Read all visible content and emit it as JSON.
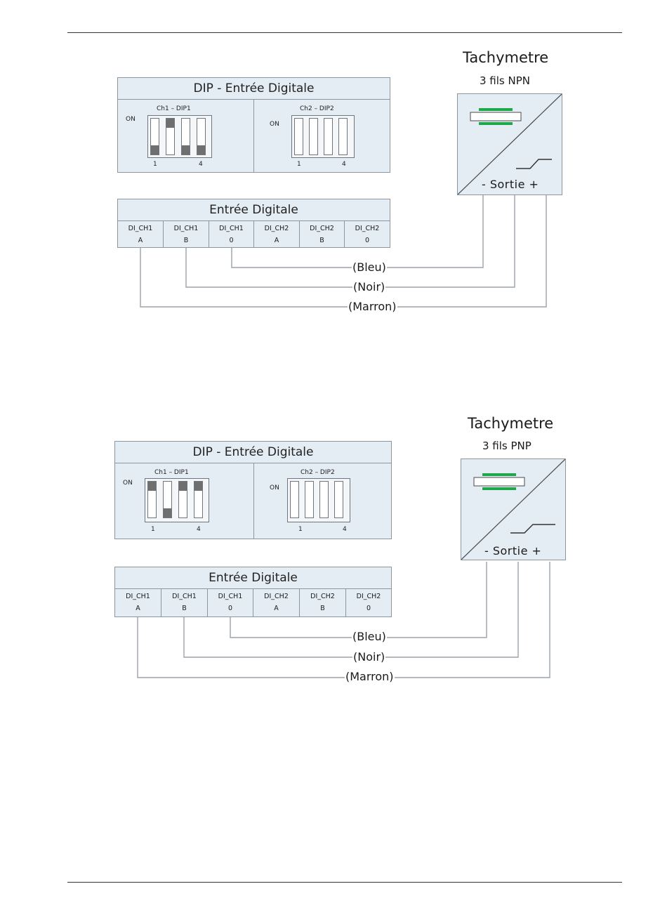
{
  "diagrams": [
    {
      "dip_panel_title": "DIP - Entrée Digitale",
      "ch1_label": "Ch1 – DIP1",
      "ch2_label": "Ch2 – DIP2",
      "on_label": "ON",
      "first_switch": "1",
      "last_switch": "4",
      "ch1_switch_positions": [
        "down",
        "up",
        "down",
        "down"
      ],
      "ch2_switch_positions": [
        "none",
        "none",
        "none",
        "none"
      ],
      "di_panel_title": "Entrée Digitale",
      "di_columns": [
        {
          "top": "DI_CH1",
          "bottom": "A"
        },
        {
          "top": "DI_CH1",
          "bottom": "B"
        },
        {
          "top": "DI_CH1",
          "bottom": "0"
        },
        {
          "top": "DI_CH2",
          "bottom": "A"
        },
        {
          "top": "DI_CH2",
          "bottom": "B"
        },
        {
          "top": "DI_CH2",
          "bottom": "0"
        }
      ],
      "tacho_title": "Tachymetre",
      "tacho_subtitle": "3 fils NPN",
      "output_label": "-  Sortie  +",
      "wires": [
        "(Bleu)",
        "(Noir)",
        "(Marron)"
      ],
      "colors": {
        "panel": "#e4ecf4",
        "knob": "#6f6f6f",
        "sensor_green": "#1fa84a",
        "wire": "#9aa2aa"
      }
    },
    {
      "dip_panel_title": "DIP - Entrée Digitale",
      "ch1_label": "Ch1 – DIP1",
      "ch2_label": "Ch2 – DIP2",
      "on_label": "ON",
      "first_switch": "1",
      "last_switch": "4",
      "ch1_switch_positions": [
        "up",
        "down",
        "up",
        "up"
      ],
      "ch2_switch_positions": [
        "none",
        "none",
        "none",
        "none"
      ],
      "di_panel_title": "Entrée Digitale",
      "di_columns": [
        {
          "top": "DI_CH1",
          "bottom": "A"
        },
        {
          "top": "DI_CH1",
          "bottom": "B"
        },
        {
          "top": "DI_CH1",
          "bottom": "0"
        },
        {
          "top": "DI_CH2",
          "bottom": "A"
        },
        {
          "top": "DI_CH2",
          "bottom": "B"
        },
        {
          "top": "DI_CH2",
          "bottom": "0"
        }
      ],
      "tacho_title": "Tachymetre",
      "tacho_subtitle": "3 fils PNP",
      "output_label": "-  Sortie  +",
      "wires": [
        "(Bleu)",
        "(Noir)",
        "(Marron)"
      ],
      "colors": {
        "panel": "#e4ecf4",
        "knob": "#6f6f6f",
        "sensor_green": "#1fa84a",
        "wire": "#9aa2aa"
      }
    }
  ]
}
